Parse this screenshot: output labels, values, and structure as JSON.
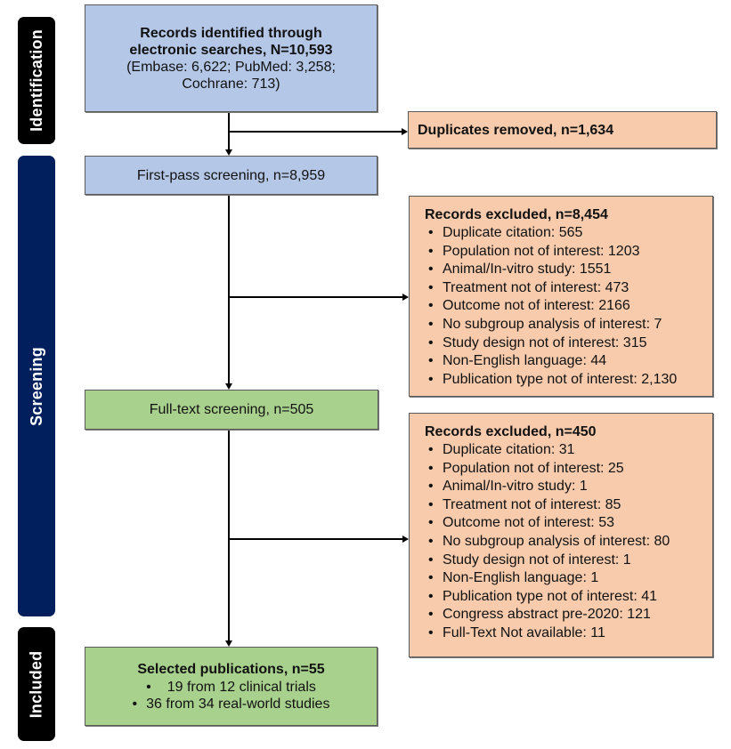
{
  "colors": {
    "stage_identification": "#000000",
    "stage_screening": "#001f5c",
    "stage_included": "#000000",
    "box_blue": "#b4c7e7",
    "box_peach": "#f8cbad",
    "box_green": "#a9d18e"
  },
  "stages": {
    "identification": "Identification",
    "screening": "Screening",
    "included": "Included"
  },
  "identified": {
    "title_line1": "Records identified through",
    "title_line2": "electronic searches, N=10,593",
    "sources_line1": "(Embase: 6,622; PubMed: 3,258;",
    "sources_line2": "Cochrane: 713)"
  },
  "duplicates": {
    "label": "Duplicates removed, n=1,634"
  },
  "first_pass": {
    "label": "First-pass screening, n=8,959"
  },
  "excluded_first": {
    "title": "Records excluded, n=8,454",
    "items": [
      "Duplicate citation: 565",
      "Population not of interest: 1203",
      "Animal/In-vitro study: 1551",
      "Treatment not of interest: 473",
      "Outcome not of interest: 2166",
      "No subgroup analysis of interest: 7",
      "Study design not of interest: 315",
      "Non-English language: 44",
      "Publication type not of interest: 2,130"
    ]
  },
  "full_text": {
    "label": "Full-text screening, n=505"
  },
  "excluded_full_text": {
    "title": "Records excluded, n=450",
    "items": [
      "Duplicate citation: 31",
      "Population not of interest: 25",
      "Animal/In-vitro study: 1",
      "Treatment not of interest: 85",
      "Outcome not of interest: 53",
      "No subgroup analysis of interest: 80",
      "Study design not of interest: 1",
      "Non-English language: 1",
      "Publication type not of interest: 41",
      "Congress abstract pre-2020: 121",
      "Full-Text Not available: 11"
    ]
  },
  "selected": {
    "title": "Selected publications, n=55",
    "items": [
      "19 from 12 clinical trials",
      "36 from 34 real-world studies"
    ]
  }
}
